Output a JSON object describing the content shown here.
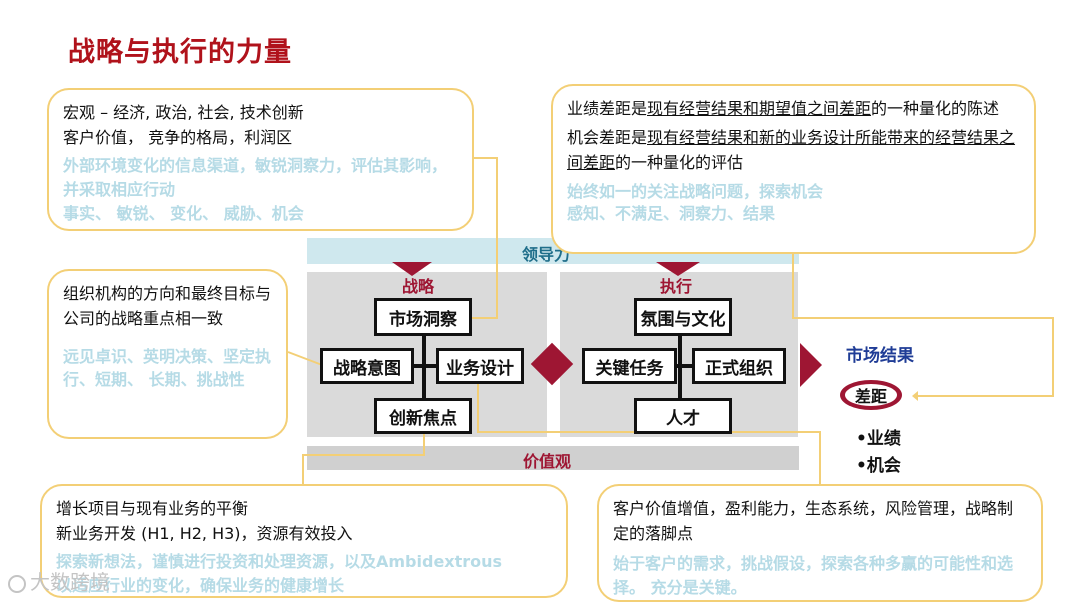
{
  "title": "战略与执行的力量",
  "bands": {
    "leadership": "领导力",
    "values": "价值观"
  },
  "strategy": {
    "label": "战略",
    "boxes": {
      "top": "市场洞察",
      "left": "战略意图",
      "right": "业务设计",
      "bottom": "创新焦点"
    }
  },
  "execution": {
    "label": "执行",
    "boxes": {
      "top": "氛围与文化",
      "left": "关键任务",
      "right": "正式组织",
      "bottom": "人才"
    }
  },
  "results": {
    "label": "市场结果",
    "gap": "差距",
    "bullets": [
      "•业绩",
      "•机会"
    ]
  },
  "callouts": {
    "market_insight": {
      "line1": "宏观 – 经济, 政治, 社会, 技术创新",
      "line2": "客户价值， 竞争的格局，利润区",
      "muted1": "外部环境变化的信息渠道，敏锐洞察力，评估其影响，并采取相应行动",
      "muted2": "事实、 敏锐、 变化、 威胁、机会"
    },
    "strategic_intent": {
      "line1": "组织机构的方向和最终目标与公司的战略重点相一致",
      "muted1": "远见卓识、英明决策、坚定执行、短期、 长期、挑战性"
    },
    "gap": {
      "perf_a": "业绩差距是",
      "perf_b": "现有经营结果和期望值之间差距",
      "perf_c": "的一种量化的陈述",
      "opp_a": "机会差距是",
      "opp_b": "现有经营结果和新的业务设计所能带来的经营结果之间差距",
      "opp_c": "的一种量化的评估",
      "muted1": "始终如一的关注战略问题，探索机会",
      "muted2": "感知、不满足、洞察力、结果"
    },
    "innovation": {
      "line1": "增长项目与现有业务的平衡",
      "line2": "新业务开发 (H1, H2, H3)，资源有效投入",
      "muted1": "探索新想法，谨慎进行投资和处理资源，以及Ambidextrous",
      "muted2": "以适应行业的变化，确保业务的健康增长"
    },
    "business_design": {
      "line1": "客户价值增值，盈利能力，生态系统，风险管理，战略制定的落脚点",
      "muted1": "始于客户的需求，挑战假设，探索各种多赢的可能性和选择。 充分是关键。"
    }
  },
  "watermark": "大数跨境",
  "colors": {
    "title": "#b0121b",
    "callout_border": "#f3cf76",
    "muted_text": "#b6dbe6",
    "accent": "#9e1633",
    "results_label": "#1f3c96",
    "panel": "#dadada",
    "band": "#cfe8ee"
  }
}
